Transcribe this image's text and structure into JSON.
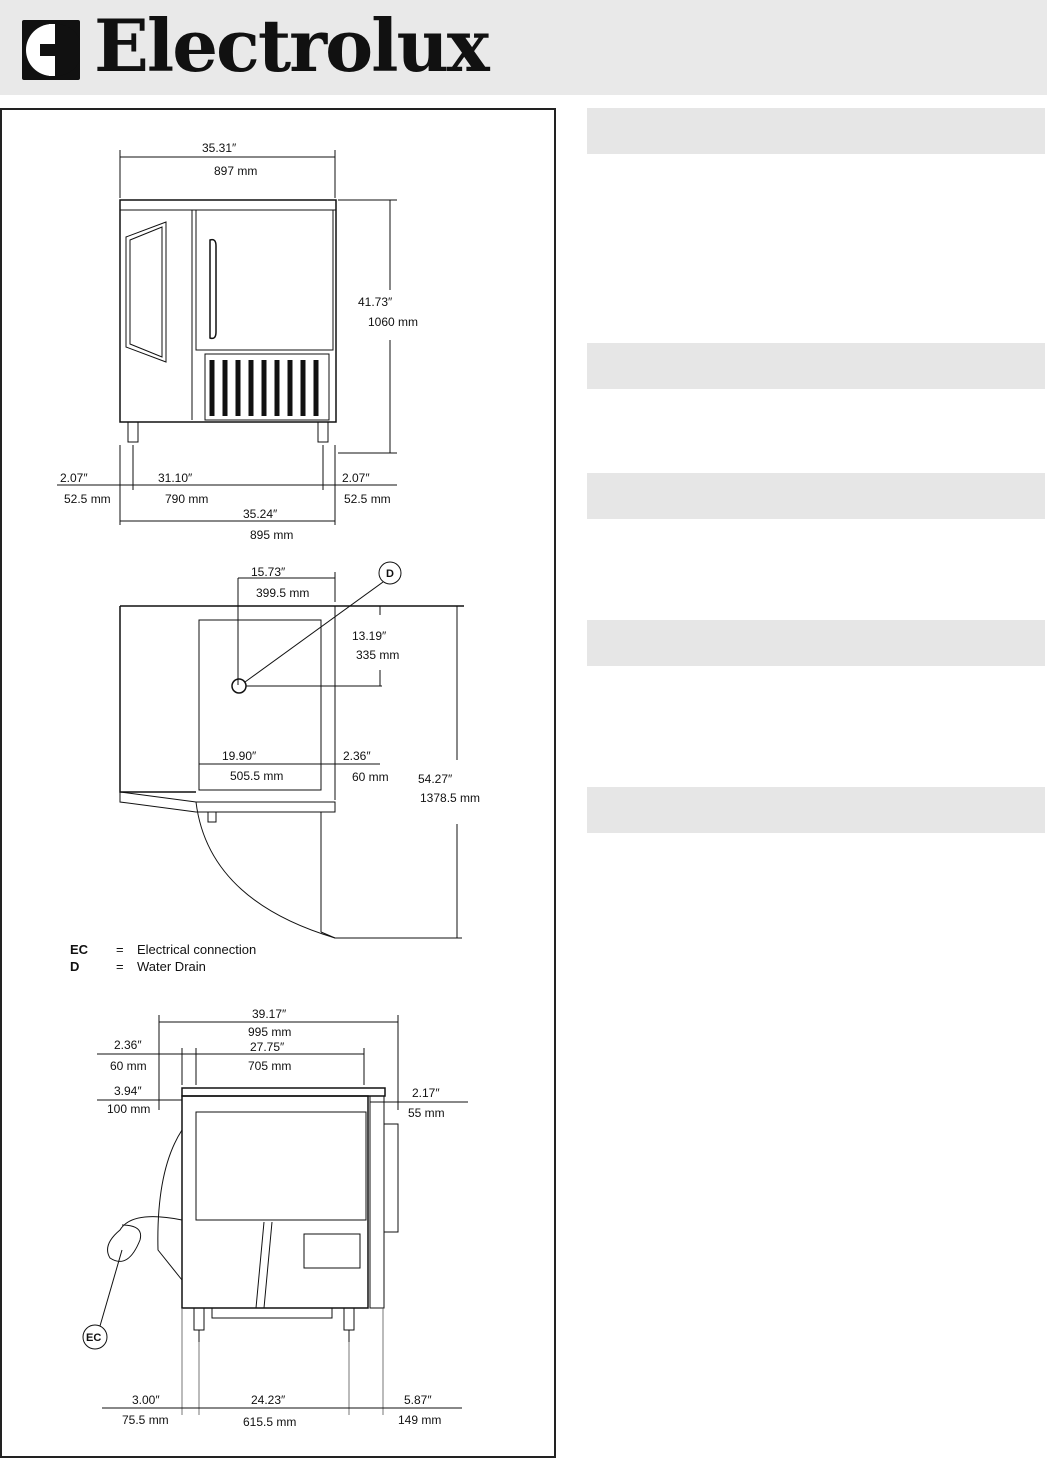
{
  "brand": {
    "name": "Electrolux",
    "colors": {
      "header_bg": "#e9e9e9",
      "section_bar": "#e6e6e6",
      "ink": "#111111"
    }
  },
  "drawing": {
    "front_view": {
      "overall_width_in": "35.31″",
      "overall_width_mm": "897 mm",
      "height_in": "41.73″",
      "height_mm": "1060 mm",
      "left_offset_in": "2.07″",
      "left_offset_mm": "52.5 mm",
      "feet_span_in": "31.10″",
      "feet_span_mm": "790 mm",
      "right_offset_in": "2.07″",
      "right_offset_mm": "52.5 mm",
      "base_width_in": "35.24″",
      "base_width_mm": "895 mm"
    },
    "top_view": {
      "drain_label": "D",
      "drain_x_in": "15.73″",
      "drain_x_mm": "399.5 mm",
      "drain_y_in": "13.19″",
      "drain_y_mm": "335 mm",
      "inner_width_in": "19.90″",
      "inner_width_mm": "505.5 mm",
      "side_gap_in": "2.36″",
      "side_gap_mm": "60 mm",
      "depth_in": "54.27″",
      "depth_mm": "1378.5 mm"
    },
    "legend": [
      {
        "key": "EC",
        "eq": "=",
        "desc": "Electrical connection"
      },
      {
        "key": "D",
        "eq": "=",
        "desc": "Water Drain"
      }
    ],
    "side_view": {
      "overall_in": "39.17″",
      "overall_mm": "995 mm",
      "top_offset_in": "2.36″",
      "top_offset_mm": "60 mm",
      "top_width_in": "27.75″",
      "top_width_mm": "705 mm",
      "rear_offset_in": "3.94″",
      "rear_offset_mm": "100 mm",
      "handle_in": "2.17″",
      "handle_mm": "55 mm",
      "ec_label": "EC",
      "foot_left_in": "3.00″",
      "foot_left_mm": "75.5 mm",
      "foot_span_in": "24.23″",
      "foot_span_mm": "615.5 mm",
      "foot_right_in": "5.87″",
      "foot_right_mm": "149 mm"
    }
  }
}
